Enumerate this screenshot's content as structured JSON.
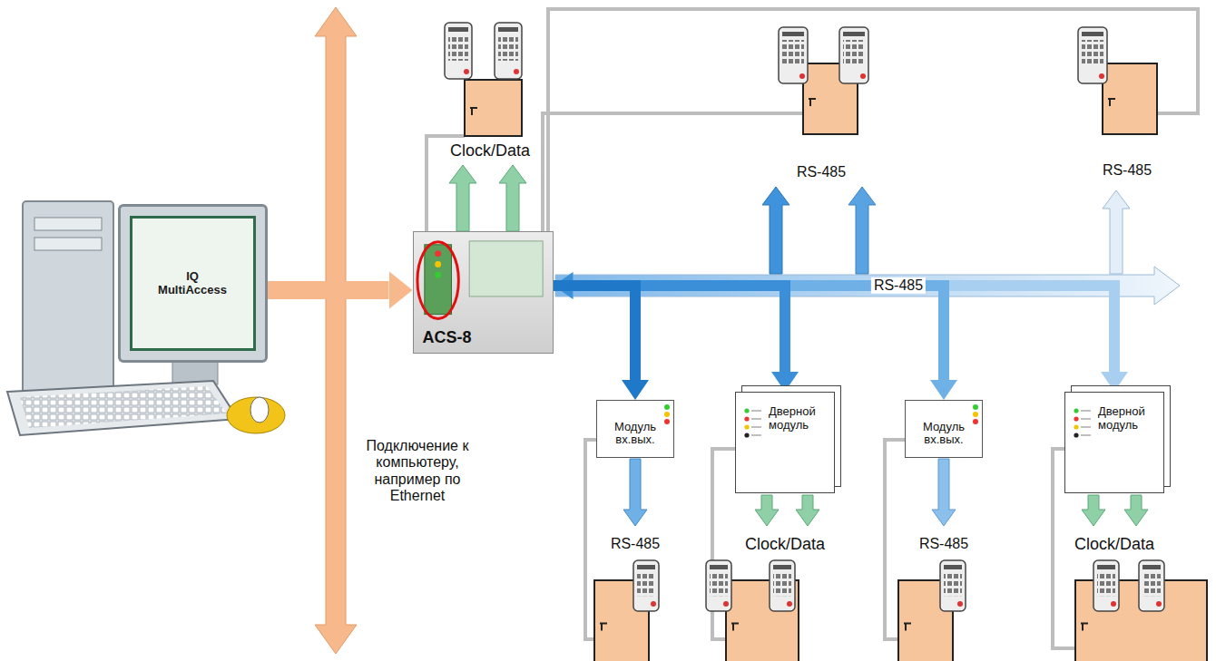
{
  "diagram": {
    "nodes": [
      {
        "text": [
          "IQ MultiAccess"
        ]
      },
      {
        "text": [
          "ACS-8"
        ]
      },
      {
        "text": [
          "Модуль вх.вых."
        ]
      },
      {
        "text": [
          "Дверной модуль"
        ]
      },
      {
        "text": [
          "Модуль вх.вых."
        ]
      },
      {
        "text": [
          "Дверной модуль"
        ]
      }
    ],
    "edges": [
      {
        "from": 0,
        "to": 1,
        "arrow": "to"
      },
      {
        "from": 1,
        "to": 2,
        "arrow": "to"
      },
      {
        "from": 1,
        "to": 3,
        "arrow": "both"
      },
      {
        "from": 1,
        "to": 4,
        "arrow": "to"
      },
      {
        "from": 1,
        "to": 5,
        "arrow": "both"
      }
    ],
    "labels": [
      "Clock/Data",
      "RS-485",
      "RS-485",
      "RS-485",
      "Подключение к компьютеру, например по Ethernet",
      "RS-485",
      "Clock/Data",
      "RS-485",
      "Clock/Data"
    ]
  }
}
